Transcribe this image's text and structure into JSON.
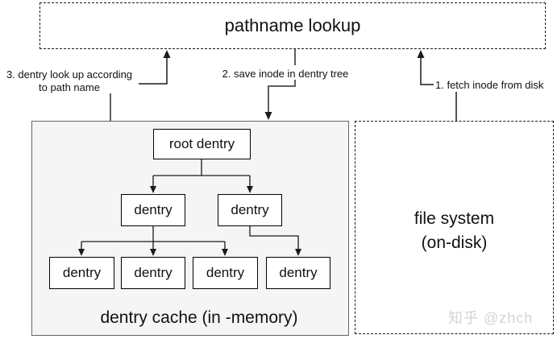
{
  "title_box": {
    "label": "pathname lookup"
  },
  "annotations": {
    "step1": "1. fetch inode from disk",
    "step2": "2. save inode in dentry tree",
    "step3_line1": "3. dentry look up according",
    "step3_line2": "to path name"
  },
  "dentry_cache": {
    "caption": "dentry cache (in -memory)",
    "root_node": "root dentry",
    "level2_nodes": [
      "dentry",
      "dentry"
    ],
    "level3_nodes": [
      "dentry",
      "dentry",
      "dentry",
      "dentry"
    ]
  },
  "file_system": {
    "line1": "file system",
    "line2": "(on-disk)"
  },
  "watermark": "知乎 @zhch",
  "colors": {
    "connector_black": "#1a1a1a",
    "connector_gray": "#5f5f5f",
    "cache_fill": "#f5f5f5",
    "cache_border": "#666666",
    "node_border": "#000000",
    "dashed_border": "#1a1a1a",
    "watermark_gray": "#d4d4d4"
  }
}
